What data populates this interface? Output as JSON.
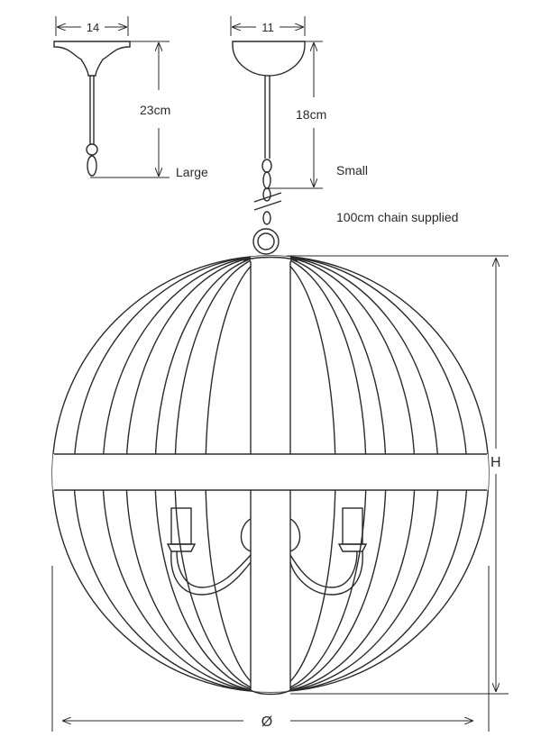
{
  "canopy_large": {
    "width": "14",
    "drop": "23cm",
    "label": "Large"
  },
  "canopy_small": {
    "width": "11",
    "drop": "18cm",
    "label": "Small"
  },
  "chain_note": "100cm chain supplied",
  "height_label": "H",
  "diameter_label": "Ø"
}
